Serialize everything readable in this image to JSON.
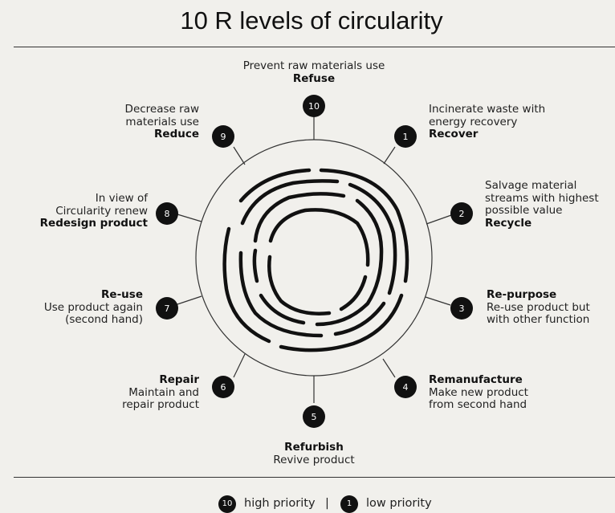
{
  "title": "10 R levels of circularity",
  "levels": [
    {
      "num": "10",
      "name": "Refuse",
      "desc": [
        "Prevent raw materials use"
      ]
    },
    {
      "num": "1",
      "name": "Recover",
      "desc": [
        "Incinerate waste with",
        "energy recovery"
      ]
    },
    {
      "num": "2",
      "name": "Recycle",
      "desc": [
        "Salvage material",
        "streams with highest",
        "possible value"
      ]
    },
    {
      "num": "3",
      "name": "Re-purpose",
      "desc": [
        "Re-use product but",
        "with other function"
      ]
    },
    {
      "num": "4",
      "name": "Remanufacture",
      "desc": [
        "Make new product",
        "from second hand"
      ]
    },
    {
      "num": "5",
      "name": "Refurbish",
      "desc": [
        "Revive product"
      ]
    },
    {
      "num": "6",
      "name": "Repair",
      "desc": [
        "Maintain and",
        "repair product"
      ]
    },
    {
      "num": "7",
      "name": "Re-use",
      "desc": [
        "Use product again",
        "(second hand)"
      ]
    },
    {
      "num": "8",
      "name": "Redesign product",
      "desc": [
        "In view of",
        "Circularity renew"
      ]
    },
    {
      "num": "9",
      "name": "Reduce",
      "desc": [
        "Decrease raw",
        "materials use"
      ]
    }
  ],
  "legend": {
    "high_num": "10",
    "high_label": "high priority",
    "separator": "|",
    "low_num": "1",
    "low_label": "low priority"
  },
  "colors": {
    "background": "#f1f0ec",
    "badge": "#111111",
    "line": "#222222"
  }
}
